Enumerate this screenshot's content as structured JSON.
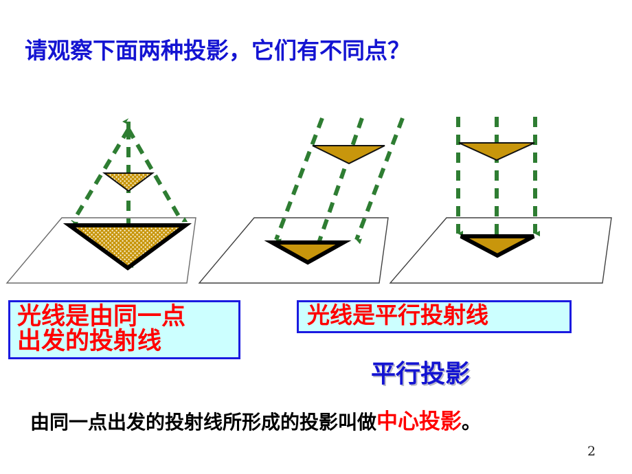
{
  "slide": {
    "title": "请观察下面两种投影，它们有不同点？",
    "page_number": "2",
    "title_color": "#1414d2",
    "accent_red": "#ff0000",
    "ray_color": "#2e7d32",
    "shape_fill": "#c8960c",
    "callout_bg": "#ccffff",
    "callout_border": "#1a1ae0"
  },
  "callouts": [
    {
      "name": "central-projection-callout",
      "text": "光线是由同一点\n出发的投射线"
    },
    {
      "name": "parallel-projection-callout",
      "text": "光线是平行投射线"
    }
  ],
  "labels": {
    "parallel_projection": "平行投影"
  },
  "definition": {
    "lead": "由同一点出发的投射线所形成的投影叫做",
    "highlight": "中心投影",
    "tail": "。"
  },
  "diagrams": [
    {
      "name": "central-projection-diagram",
      "ray_type": "converging",
      "caption_ref": "central-projection-callout"
    },
    {
      "name": "oblique-parallel-projection-diagram",
      "ray_type": "oblique-parallel",
      "caption_ref": "parallel-projection-callout"
    },
    {
      "name": "orthographic-parallel-projection-diagram",
      "ray_type": "vertical-parallel",
      "caption_ref": "parallel-projection-callout"
    }
  ]
}
